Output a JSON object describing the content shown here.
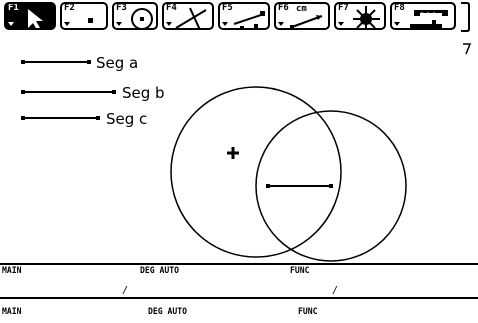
{
  "toolbar": {
    "tools": [
      {
        "key": "F1",
        "icon": "pointer-arrow-icon",
        "selected": true
      },
      {
        "key": "F2",
        "icon": "point-icon",
        "selected": false
      },
      {
        "key": "F3",
        "icon": "circle-icon",
        "selected": false
      },
      {
        "key": "F4",
        "icon": "line-icon",
        "selected": false
      },
      {
        "key": "F5",
        "icon": "construction-icon",
        "selected": false
      },
      {
        "key": "F6",
        "icon": "measure-icon",
        "selected": false,
        "unit": "cm"
      },
      {
        "key": "F7",
        "icon": "display-icon",
        "selected": false
      },
      {
        "key": "F8",
        "icon": "draw-icon",
        "selected": false
      }
    ]
  },
  "segments": [
    {
      "label": "Seg a"
    },
    {
      "label": "Seg b"
    },
    {
      "label": "Seg c"
    }
  ],
  "status_bar_1": {
    "mode": "MAIN",
    "angle": "DEG AUTO",
    "graph": "FUNC"
  },
  "status_bar_2": {
    "mode": "MAIN",
    "angle": "DEG AUTO",
    "graph": "FUNC"
  },
  "colors": {
    "background": "#ffffff",
    "ink": "#000000"
  }
}
